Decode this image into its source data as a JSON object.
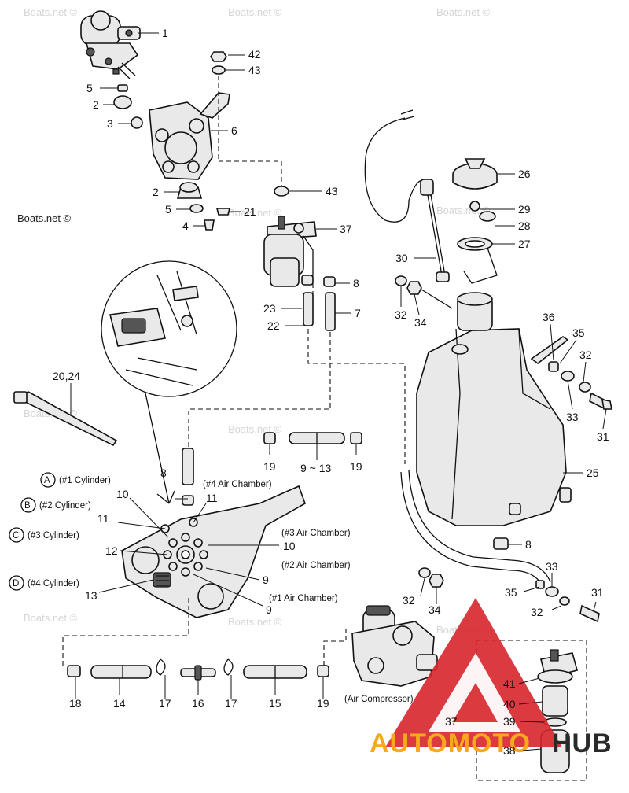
{
  "watermarks": {
    "main": "Boats.net ©",
    "faint": "Boats.net ©"
  },
  "brand": {
    "logo_text_a": "AUTOMOTO",
    "logo_text_b": "HUB",
    "accent_color": "#d7262b",
    "secondary_color": "#f5a91b"
  },
  "callouts": {
    "c1": "1",
    "c42": "42",
    "c43a": "43",
    "c5a": "5",
    "c2a": "2",
    "c3": "3",
    "c6": "6",
    "c43b": "43",
    "c2b": "2",
    "c5b": "5",
    "c21": "21",
    "c4": "4",
    "c37a": "37",
    "c26": "26",
    "c29": "29",
    "c28": "28",
    "c27": "27",
    "c30": "30",
    "c8a": "8",
    "c23": "23",
    "c22": "22",
    "c7": "7",
    "c32a": "32",
    "c34a": "34",
    "c36": "36",
    "c35a": "35",
    "c32b": "32",
    "c33a": "33",
    "c31a": "31",
    "c2024": "20,24",
    "c19a": "19",
    "c913": "9 ~ 13",
    "c19b": "19",
    "c25": "25",
    "c8b": "8",
    "c10a": "10",
    "c11a": "11",
    "c11b": "11",
    "c12": "12",
    "c10b": "10",
    "c13": "13",
    "c9a": "9",
    "c9b": "9",
    "c8c": "8",
    "c33b": "33",
    "c32c": "32",
    "c34b": "34",
    "c35b": "35",
    "c31b": "31",
    "c32d": "32",
    "c18": "18",
    "c14": "14",
    "c17a": "17",
    "c16": "16",
    "c17b": "17",
    "c15": "15",
    "c19c": "19",
    "c41": "41",
    "c40": "40",
    "c39": "39",
    "c37b": "37",
    "c38": "38"
  },
  "annotations": {
    "cyl_a_letter": "A",
    "cyl_a_text": "(#1 Cylinder)",
    "cyl_b_letter": "B",
    "cyl_b_text": "(#2 Cylinder)",
    "cyl_c_letter": "C",
    "cyl_c_text": "(#3 Cylinder)",
    "cyl_d_letter": "D",
    "cyl_d_text": "(#4 Cylinder)",
    "air4": "(#4 Air Chamber)",
    "air3": "(#3 Air Chamber)",
    "air2": "(#2 Air Chamber)",
    "air1": "(#1 Air Chamber)",
    "compressor": "(Air Compressor)"
  }
}
